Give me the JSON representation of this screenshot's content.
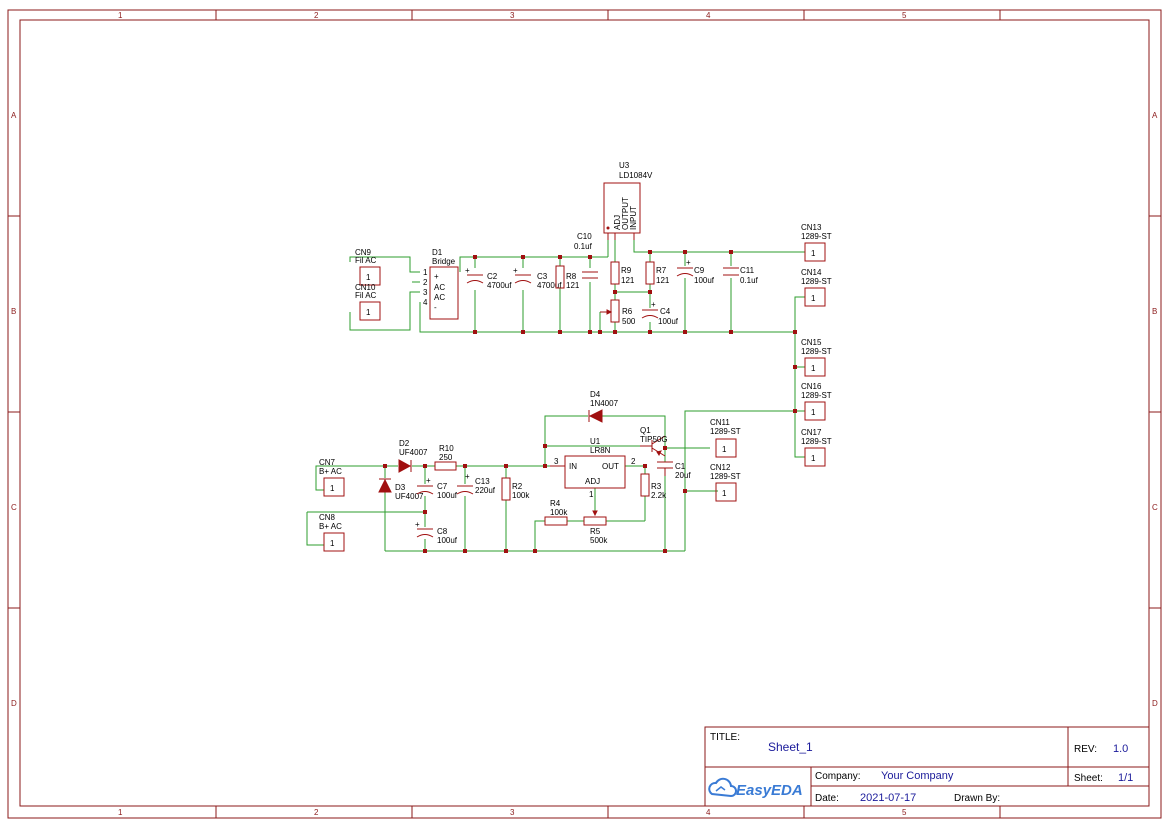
{
  "frame": {
    "columns": [
      "1",
      "2",
      "3",
      "4",
      "5"
    ],
    "rows": [
      "A",
      "B",
      "C",
      "D"
    ]
  },
  "title_block": {
    "title_label": "TITLE:",
    "title": "Sheet_1",
    "rev_label": "REV:",
    "rev": "1.0",
    "company_label": "Company:",
    "company": "Your Company",
    "sheet_label": "Sheet:",
    "sheet": "1/1",
    "date_label": "Date:",
    "date": "2021-07-17",
    "drawn_by_label": "Drawn By:",
    "drawn_by": "",
    "logo_text": "EasyEDA",
    "logo_icon": "cloud-logo-icon"
  },
  "components": {
    "u3": {
      "ref": "U3",
      "value": "LD1084V",
      "pins": [
        "ADJ",
        "OUTPUT",
        "INPUT"
      ]
    },
    "cn9": {
      "ref": "CN9",
      "value": "Fil AC",
      "pin": "1"
    },
    "cn10": {
      "ref": "CN10",
      "value": "Fil AC",
      "pin": "1"
    },
    "d1": {
      "ref": "D1",
      "value": "Bridge",
      "pins": [
        "+",
        "AC",
        "AC",
        "-"
      ],
      "pin_numbers": [
        "1",
        "2",
        "3",
        "4"
      ]
    },
    "c2": {
      "ref": "C2",
      "value": "4700uf"
    },
    "c3": {
      "ref": "C3",
      "value": "4700uf"
    },
    "r8": {
      "ref": "R8",
      "value": "121"
    },
    "c10": {
      "ref": "C10",
      "value": "0.1uf"
    },
    "r9": {
      "ref": "R9",
      "value": "121"
    },
    "r7": {
      "ref": "R7",
      "value": "121"
    },
    "r6": {
      "ref": "R6",
      "value": "500"
    },
    "c4": {
      "ref": "C4",
      "value": "100uf"
    },
    "c9": {
      "ref": "C9",
      "value": "100uf"
    },
    "c11": {
      "ref": "C11",
      "value": "0.1uf"
    },
    "cn13": {
      "ref": "CN13",
      "value": "1289-ST",
      "pin": "1"
    },
    "cn14": {
      "ref": "CN14",
      "value": "1289-ST",
      "pin": "1"
    },
    "cn15": {
      "ref": "CN15",
      "value": "1289-ST",
      "pin": "1"
    },
    "cn16": {
      "ref": "CN16",
      "value": "1289-ST",
      "pin": "1"
    },
    "cn17": {
      "ref": "CN17",
      "value": "1289-ST",
      "pin": "1"
    },
    "d4": {
      "ref": "D4",
      "value": "1N4007"
    },
    "u1": {
      "ref": "U1",
      "value": "LR8N",
      "pins": [
        "IN",
        "OUT",
        "ADJ"
      ],
      "pin_numbers": [
        "3",
        "2",
        "1"
      ]
    },
    "q1": {
      "ref": "Q1",
      "value": "TIP50G"
    },
    "cn11": {
      "ref": "CN11",
      "value": "1289-ST",
      "pin": "1"
    },
    "cn12": {
      "ref": "CN12",
      "value": "1289-ST",
      "pin": "1"
    },
    "c1": {
      "ref": "C1",
      "value": "20uf"
    },
    "r3": {
      "ref": "R3",
      "value": "2.2k"
    },
    "d2": {
      "ref": "D2",
      "value": "UF4007"
    },
    "d3": {
      "ref": "D3",
      "value": "UF4007"
    },
    "r10": {
      "ref": "R10",
      "value": "250"
    },
    "c7": {
      "ref": "C7",
      "value": "100uf"
    },
    "c13": {
      "ref": "C13",
      "value": "220uf"
    },
    "r2": {
      "ref": "R2",
      "value": "100k"
    },
    "r4": {
      "ref": "R4",
      "value": "100k"
    },
    "r5": {
      "ref": "R5",
      "value": "500k"
    },
    "c8": {
      "ref": "C8",
      "value": "100uf"
    },
    "cn7": {
      "ref": "CN7",
      "value": "B+ AC",
      "pin": "1"
    },
    "cn8": {
      "ref": "CN8",
      "value": "B+ AC",
      "pin": "1"
    }
  },
  "colors": {
    "frame": "#8b1a1a",
    "wire": "#2e9e2e",
    "part": "#a01010",
    "title_text": "#1a1a9a",
    "logo": "#3a7bd5"
  }
}
